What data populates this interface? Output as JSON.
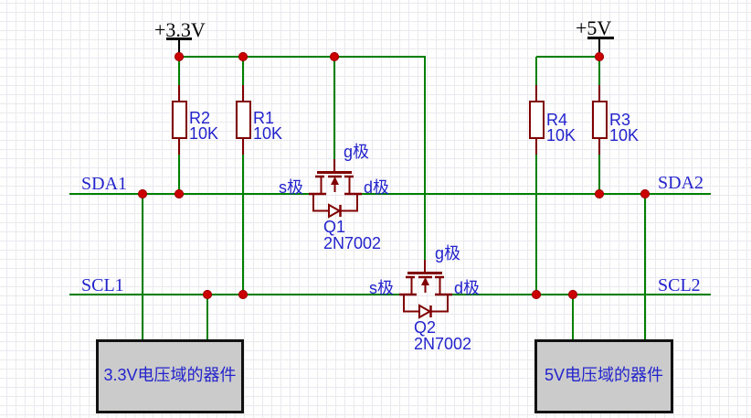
{
  "colors": {
    "wire_green": "#008000",
    "component_maroon": "#800000",
    "junction_red": "#CC0000",
    "label_blue": "#2323CC",
    "power_black": "#000000",
    "device_box_fill": "#CBCBCB",
    "device_box_border": "#111111",
    "grid_line": "#E9E9EF",
    "background": "#FFFFFF"
  },
  "power_rails": {
    "v33": {
      "label": "+3.3V"
    },
    "v5": {
      "label": "+5V"
    }
  },
  "net_labels": {
    "sda1": "SDA1",
    "scl1": "SCL1",
    "sda2": "SDA2",
    "scl2": "SCL2"
  },
  "resistors": [
    {
      "ref": "R2",
      "value": "10K"
    },
    {
      "ref": "R1",
      "value": "10K"
    },
    {
      "ref": "R4",
      "value": "10K"
    },
    {
      "ref": "R3",
      "value": "10K"
    }
  ],
  "transistors": [
    {
      "ref": "Q1",
      "part": "2N7002",
      "pins": {
        "gate": "g极",
        "source": "s极",
        "drain": "d极"
      }
    },
    {
      "ref": "Q2",
      "part": "2N7002",
      "pins": {
        "gate": "g极",
        "source": "s极",
        "drain": "d极"
      }
    }
  ],
  "devices": [
    {
      "label": "3.3V电压域的器件"
    },
    {
      "label": "5V电压域的器件"
    }
  ]
}
